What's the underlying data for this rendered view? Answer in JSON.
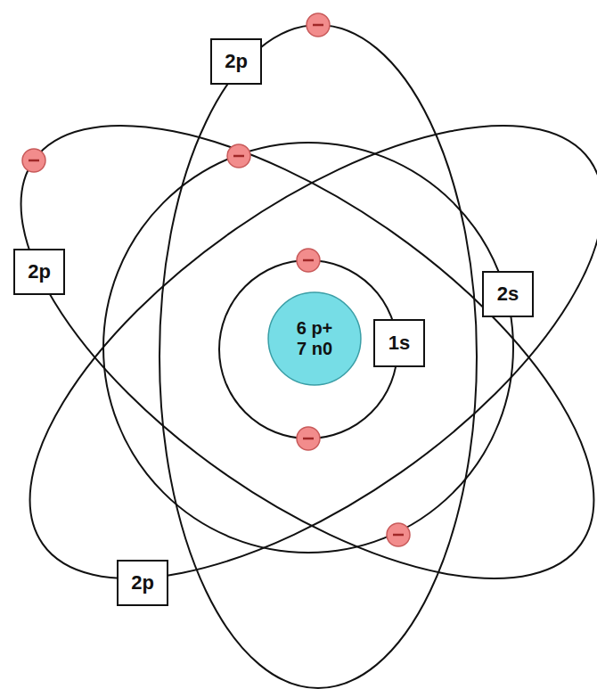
{
  "diagram": {
    "nodes": [
      {
        "text": [
          "2p"
        ]
      },
      {
        "text": [
          "2p"
        ]
      },
      {
        "text": [
          "2s"
        ]
      },
      {
        "text": [
          "6 p+",
          "7 n0"
        ]
      },
      {
        "text": [
          "1s"
        ]
      },
      {
        "text": [
          "2p"
        ]
      }
    ]
  }
}
